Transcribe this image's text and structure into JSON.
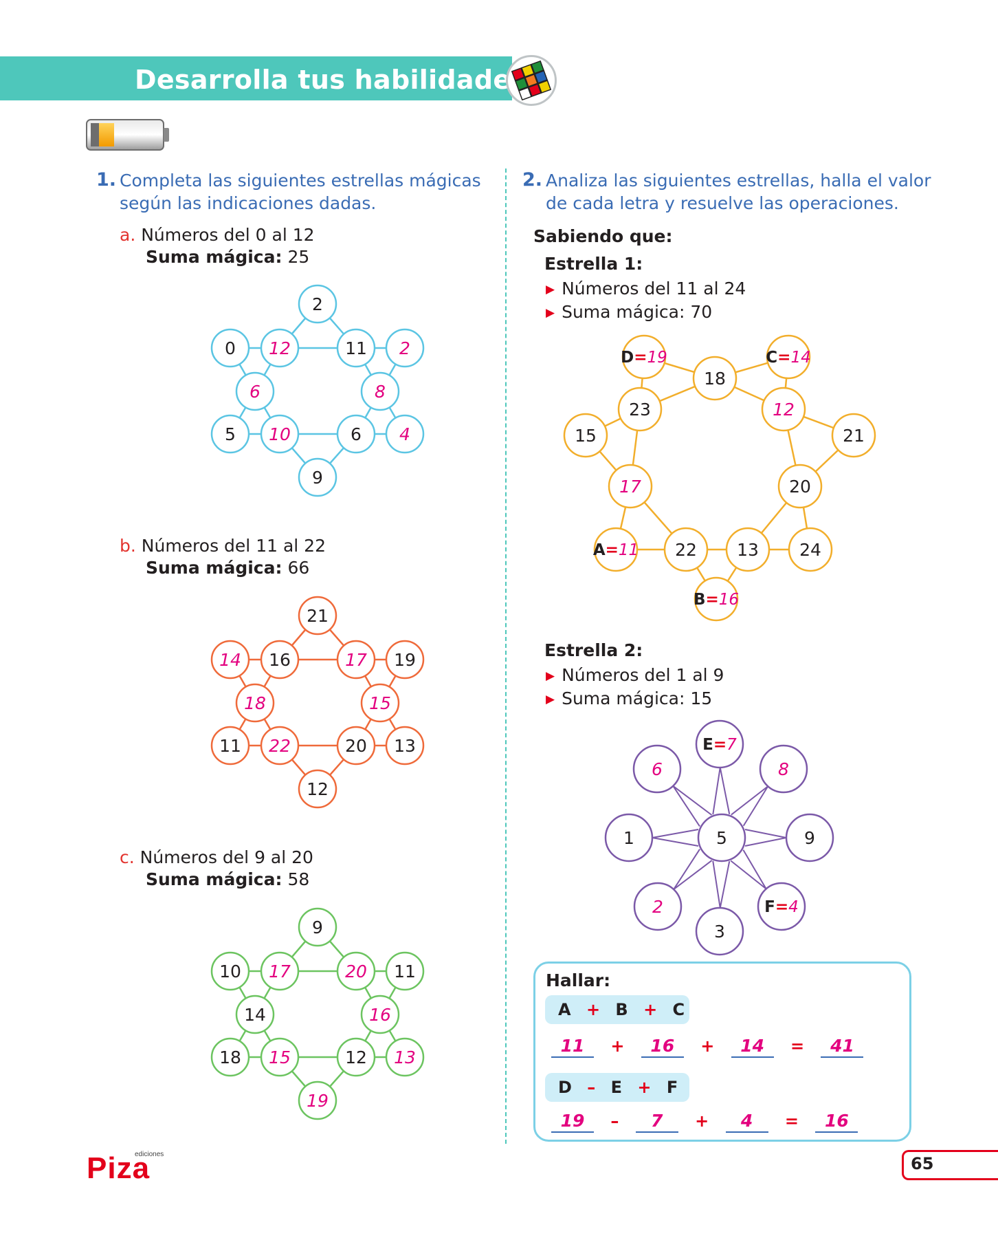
{
  "header": {
    "title": "Desarrolla tus habilidades"
  },
  "q1": {
    "number": "1.",
    "text_line1": "Completa las siguientes estrellas mágicas",
    "text_line2": "según las indicaciones dadas.",
    "a": {
      "letter": "a.",
      "range": "Números del 0 al 12",
      "sum_label": "Suma mágica:",
      "sum_value": "25",
      "top": "2",
      "bottom": "9",
      "r1": [
        "0",
        "12",
        "11",
        "2"
      ],
      "m1": [
        "6",
        "8"
      ],
      "r2": [
        "5",
        "10",
        "6",
        "4"
      ]
    },
    "b": {
      "letter": "b.",
      "range": "Números del 11 al 22",
      "sum_label": "Suma mágica:",
      "sum_value": "66",
      "top": "21",
      "bottom": "12",
      "r1": [
        "14",
        "16",
        "17",
        "19"
      ],
      "m1": [
        "18",
        "15"
      ],
      "r2": [
        "11",
        "22",
        "20",
        "13"
      ]
    },
    "c": {
      "letter": "c.",
      "range": "Números del 9 al 20",
      "sum_label": "Suma mágica:",
      "sum_value": "58",
      "top": "9",
      "bottom": "19",
      "r1": [
        "10",
        "17",
        "20",
        "11"
      ],
      "m1": [
        "14",
        "16"
      ],
      "r2": [
        "18",
        "15",
        "12",
        "13"
      ]
    }
  },
  "q2": {
    "number": "2.",
    "text_line1": "Analiza las siguientes estrellas, halla el valor",
    "text_line2": "de cada letra y resuelve las operaciones.",
    "knowing": "Sabiendo que:",
    "star1": {
      "title": "Estrella 1:",
      "range": "Números del 11 al 24",
      "sum": "Suma mágica: 70",
      "inner": [
        "18",
        "12",
        "20",
        "13",
        "22",
        "17",
        "23"
      ],
      "outer": [
        "21",
        "24",
        "16",
        "11",
        "15",
        "19",
        "14"
      ],
      "letters": {
        "D": "D",
        "C": "C",
        "A": "A",
        "B": "B"
      },
      "eq": "="
    },
    "star2": {
      "title": "Estrella 2:",
      "range": "Números del 1 al 9",
      "sum": "Suma mágica: 15",
      "center": "5",
      "outer": [
        "7",
        "8",
        "9",
        "4",
        "3",
        "2",
        "1",
        "6"
      ],
      "letters": {
        "E": "E",
        "F": "F"
      },
      "eq": "="
    },
    "find": {
      "label": "Hallar:",
      "op1": [
        "A",
        "+",
        "B",
        "+",
        "C"
      ],
      "ans1": [
        "11",
        "+",
        "16",
        "+",
        "14",
        "=",
        "41"
      ],
      "op2": [
        "D",
        "–",
        "E",
        "+",
        "F"
      ],
      "ans2": [
        "19",
        "–",
        "7",
        "+",
        "4",
        "=",
        "16"
      ]
    }
  },
  "footer": {
    "logo": "Piza",
    "logo_small": "ediciones",
    "page": "65"
  },
  "colors": {
    "teal": "#4ec7bb",
    "blue_text": "#3a6cb4",
    "star_a": "#5bc5e3",
    "star_b": "#ef6a3a",
    "star_c": "#6cc460",
    "star1": "#f2ae2b",
    "star2": "#7b59a8",
    "magenta": "#e3007f",
    "red": "#e3001b"
  }
}
